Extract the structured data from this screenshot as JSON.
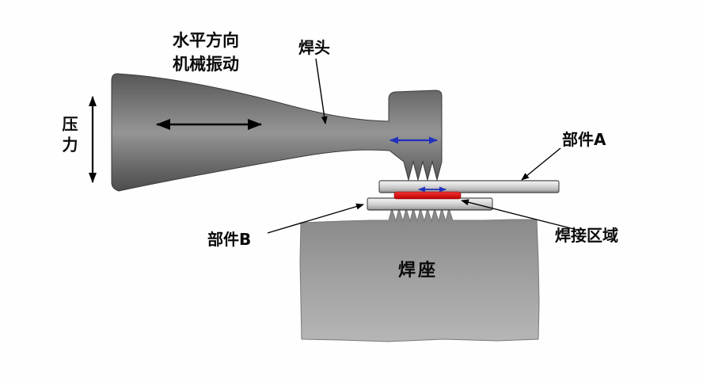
{
  "labels": {
    "vibration": "水平方向\n机械振动",
    "horn": "焊头",
    "pressure": "压力",
    "part_a": "部件A",
    "part_b": "部件B",
    "weld_zone": "焊接区域",
    "anvil": "焊座"
  },
  "colors": {
    "background": "#fefefe",
    "horn_gray": "#6e6e6e",
    "anvil_gray": "#9b9b9b",
    "plate_gray": "#d6d6d6",
    "weld_red": "#dd1111",
    "vibration_blue": "#2230bb",
    "annotation_black": "#000000"
  }
}
